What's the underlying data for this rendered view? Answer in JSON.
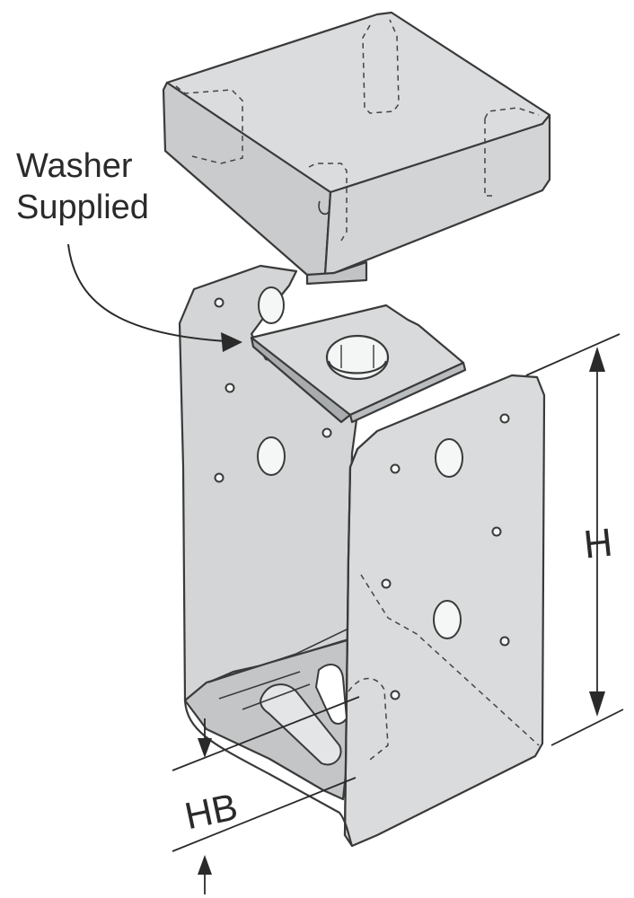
{
  "labels": {
    "washer_line1": "Washer",
    "washer_line2": "Supplied",
    "height": "H",
    "base_height": "HB"
  },
  "colors": {
    "metal_face": "#d5d7d8",
    "metal_side": "#c4c6c7",
    "metal_shadow": "#b3b6b8",
    "outline": "#3a3a3a",
    "dash": "#444444"
  }
}
